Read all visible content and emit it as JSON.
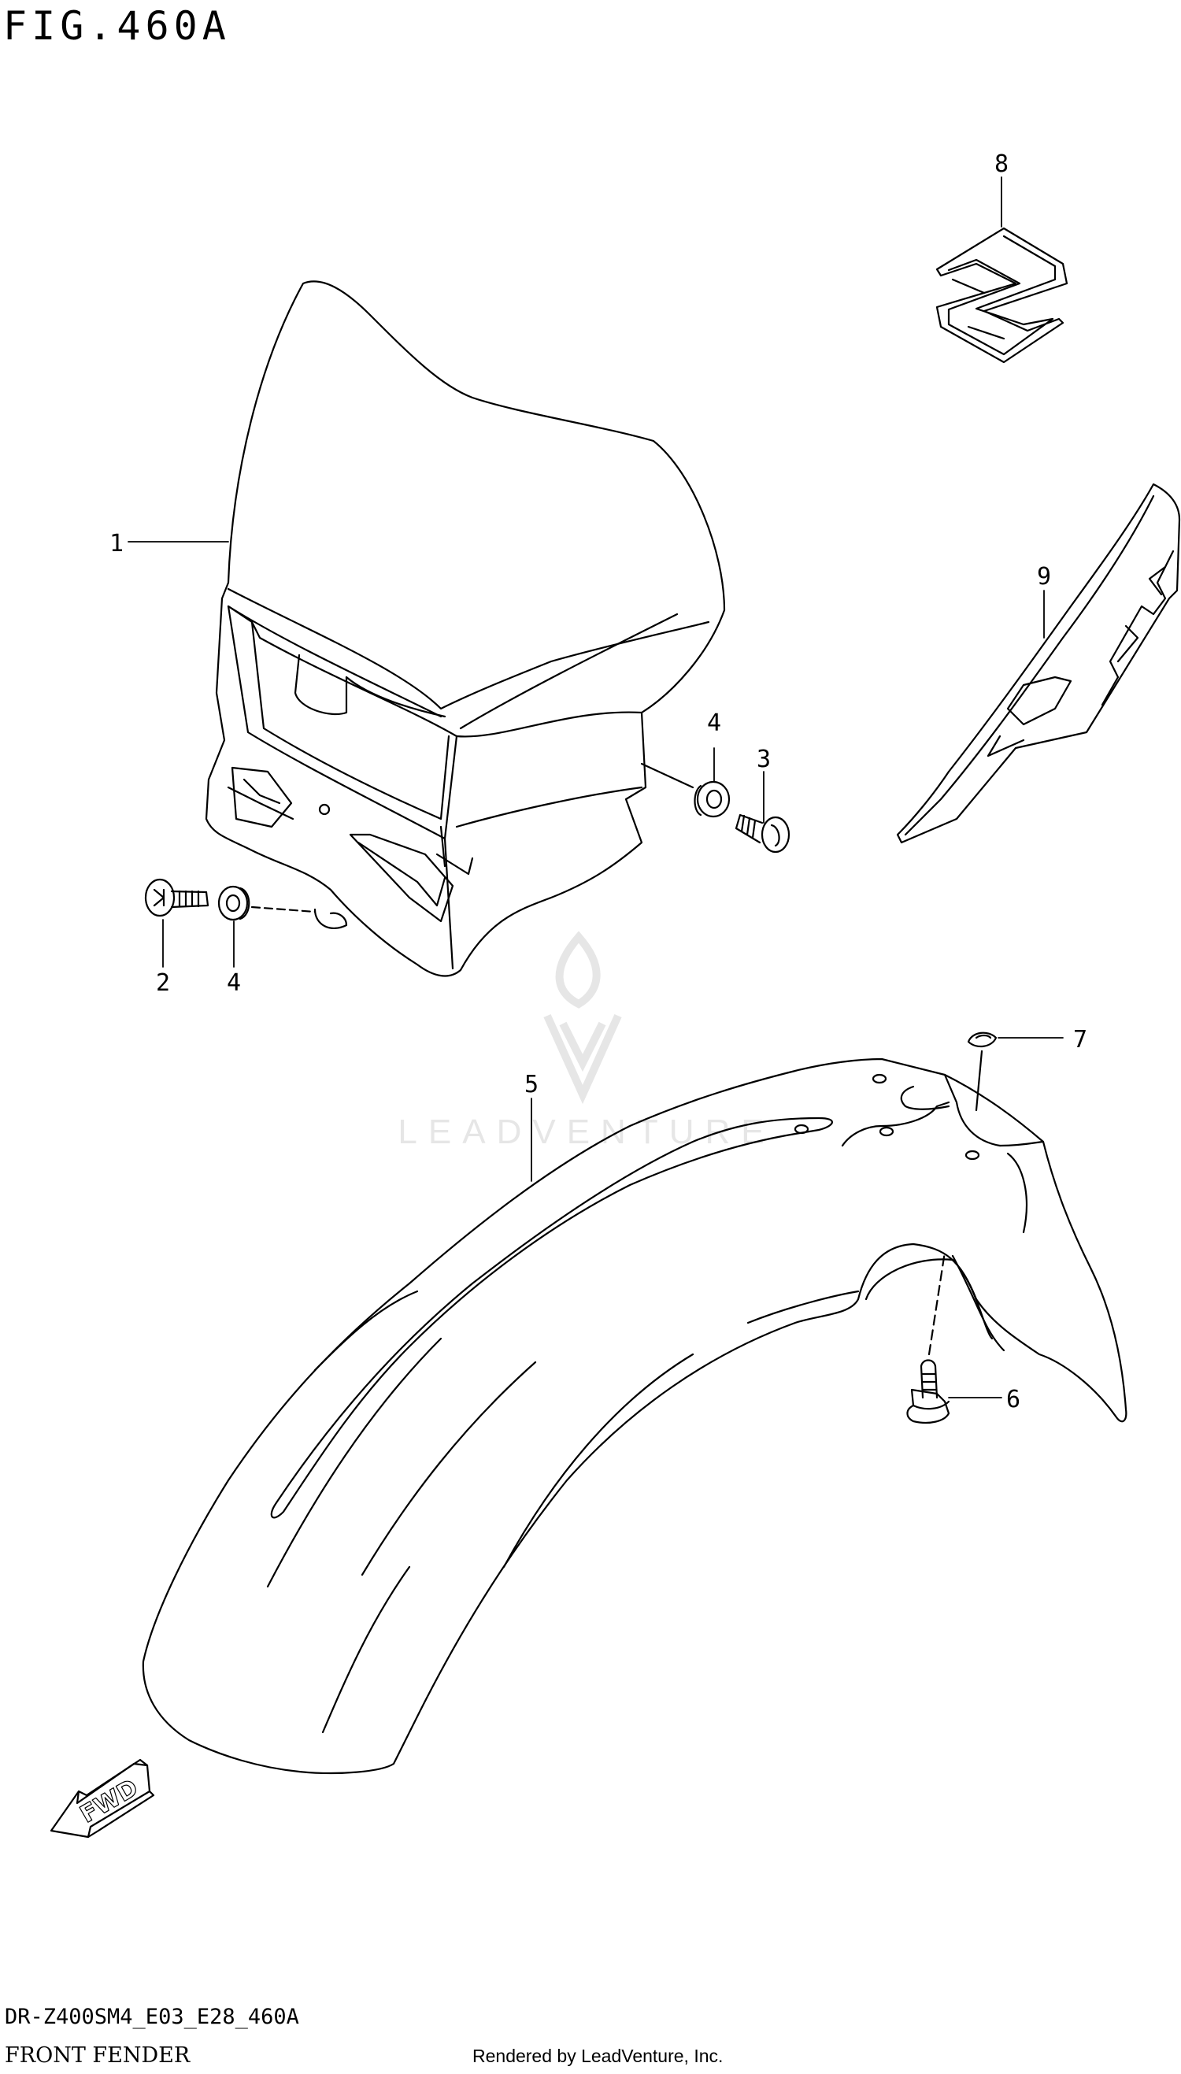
{
  "figure": {
    "title": "FIG.460A",
    "code": "DR-Z400SM4_E03_E28_460A",
    "name": "FRONT FENDER",
    "rendered_by": "Rendered by LeadVenture, Inc."
  },
  "watermark": {
    "text": "LEADVENTURE"
  },
  "direction_arrow": {
    "label": "FWD"
  },
  "callouts": [
    {
      "id": "c1",
      "number": "1"
    },
    {
      "id": "c2",
      "number": "2"
    },
    {
      "id": "c3",
      "number": "3"
    },
    {
      "id": "c4a",
      "number": "4"
    },
    {
      "id": "c4b",
      "number": "4"
    },
    {
      "id": "c5",
      "number": "5"
    },
    {
      "id": "c6",
      "number": "6"
    },
    {
      "id": "c7",
      "number": "7"
    },
    {
      "id": "c8",
      "number": "8"
    },
    {
      "id": "c9",
      "number": "9"
    }
  ],
  "colors": {
    "line": "#000000",
    "watermark": "#e6e6e6",
    "background": "#ffffff"
  }
}
